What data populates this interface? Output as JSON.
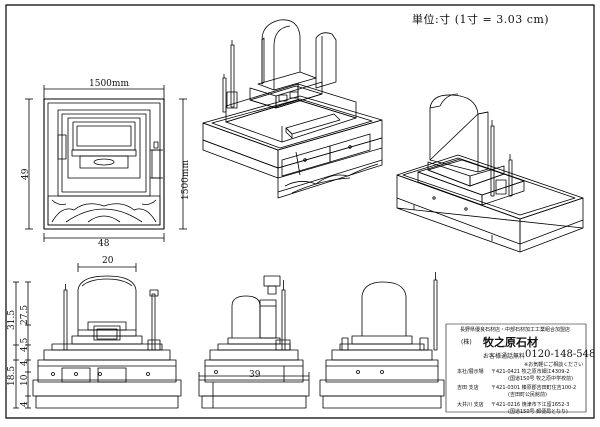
{
  "unit_note": "単位:寸 (1寸 = 3.03 cm)",
  "plan": {
    "width": "1500mm",
    "depth": "1500mm",
    "w_sun": "48",
    "d_sun": "49"
  },
  "front": {
    "top_width": "20",
    "heights": [
      "31.5",
      "27.5",
      "4.5",
      "4",
      "10",
      "18.5",
      "4"
    ]
  },
  "side": {
    "width": "39"
  },
  "company": {
    "cert": "長野県優良石材店・中部石材加工工業組合加盟店",
    "badge": "(株)",
    "name": "牧之原石材",
    "phone_label": "お客様通話無料",
    "phone": "0120-148-548",
    "phone_note": "※お気軽にご相談ください",
    "branches": [
      {
        "name": "本社/展示場",
        "addr": "〒421-0421 牧之原市細江4309-2",
        "note": "(国道150号 牧之原中学校前)"
      },
      {
        "name": "吉田 支店",
        "addr": "〒421-0301 榛原郡吉田町住吉100-2",
        "note": "(吉田町公民館前)"
      },
      {
        "name": "大井川 支店",
        "addr": "〒421-0216 焼津市下江留1652-3",
        "note": "(国道150号 郵便局となり)"
      }
    ]
  }
}
